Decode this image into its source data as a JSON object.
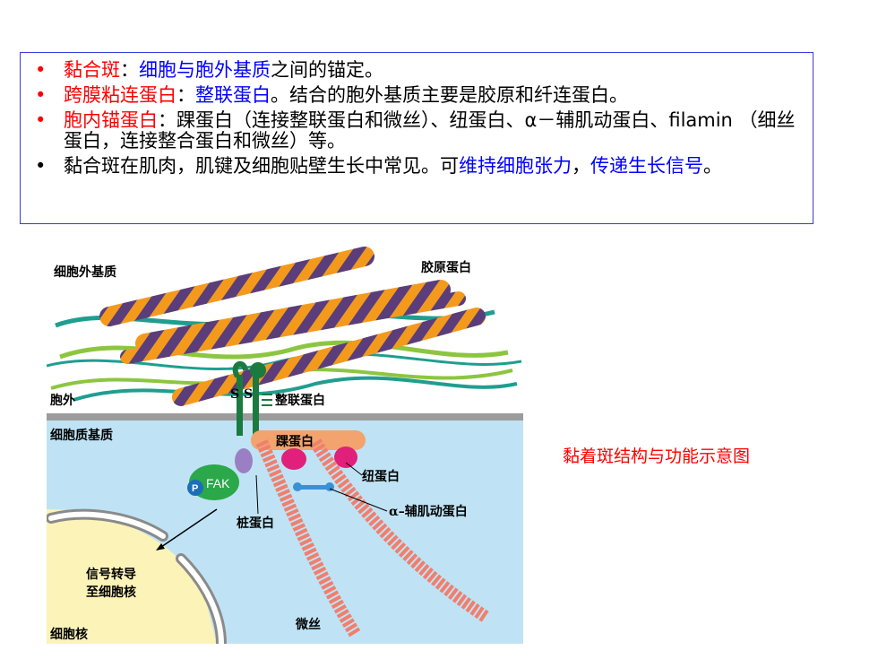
{
  "bullets": [
    {
      "marker": "•",
      "marker_color": "#ff0000",
      "segments": [
        {
          "text": "黏合斑",
          "color": "#ff0000"
        },
        {
          "text": "：",
          "color": "#000000"
        },
        {
          "text": "细胞与胞外基质",
          "color": "#0000ff"
        },
        {
          "text": "之间的锚定。",
          "color": "#000000"
        }
      ]
    },
    {
      "marker": "•",
      "marker_color": "#ff0000",
      "segments": [
        {
          "text": "跨膜粘连蛋白",
          "color": "#ff0000"
        },
        {
          "text": "：",
          "color": "#000000"
        },
        {
          "text": "整联蛋白",
          "color": "#0000ff"
        },
        {
          "text": "。结合的胞外基质主要是胶原和纤连蛋白。",
          "color": "#000000"
        }
      ]
    },
    {
      "marker": "•",
      "marker_color": "#ff0000",
      "segments": [
        {
          "text": "胞内锚蛋白",
          "color": "#ff0000"
        },
        {
          "text": "：踝蛋白（连接整联蛋白和微丝）、纽蛋白、α－辅肌动蛋白、filamin （细丝蛋白，连接整合蛋白和微丝）等。",
          "color": "#000000"
        }
      ]
    },
    {
      "marker": "•",
      "marker_color": "#000000",
      "segments": [
        {
          "text": "黏合斑在肌肉，肌键及细胞贴壁生长中常见。可",
          "color": "#000000"
        },
        {
          "text": "维持细胞张力",
          "color": "#0000ff"
        },
        {
          "text": "，",
          "color": "#000000"
        },
        {
          "text": "传递生长信号",
          "color": "#0000ff"
        },
        {
          "text": "。",
          "color": "#000000"
        }
      ]
    }
  ],
  "diagram": {
    "labels": {
      "ecm": "细胞外基质",
      "collagen": "胶原蛋白",
      "outside": "胞外",
      "integrin": "整联蛋白",
      "cytoplasm": "细胞质基质",
      "talin": "踝蛋白",
      "fak": "FAK",
      "p": "P",
      "vinculin": "纽蛋白",
      "actinin": "α–辅肌动蛋白",
      "paxillin": "桩蛋白",
      "signal_line1": "信号转导",
      "signal_line2": "至细胞核",
      "microfilament": "微丝",
      "nucleus": "细胞核",
      "ss": "S S"
    },
    "colors": {
      "cytoplasm": "#bfe3f4",
      "nucleus": "#fbf3b8",
      "membrane": "#9c9c9c",
      "collagen_orange": "#f39a1d",
      "collagen_stripe": "#5a3d7a",
      "ecm_fiber_teal": "#1f9e8f",
      "ecm_fiber_green": "#8cc63f",
      "integrin": "#1b7a3e",
      "talin": "#f2a36e",
      "fak": "#2aa84a",
      "vinculin": "#e0207a",
      "actinin": "#3a8fd6",
      "paxillin": "#9b7fc4",
      "actin": "#f07f6e"
    }
  },
  "caption": "黏着斑结构与功能示意图"
}
